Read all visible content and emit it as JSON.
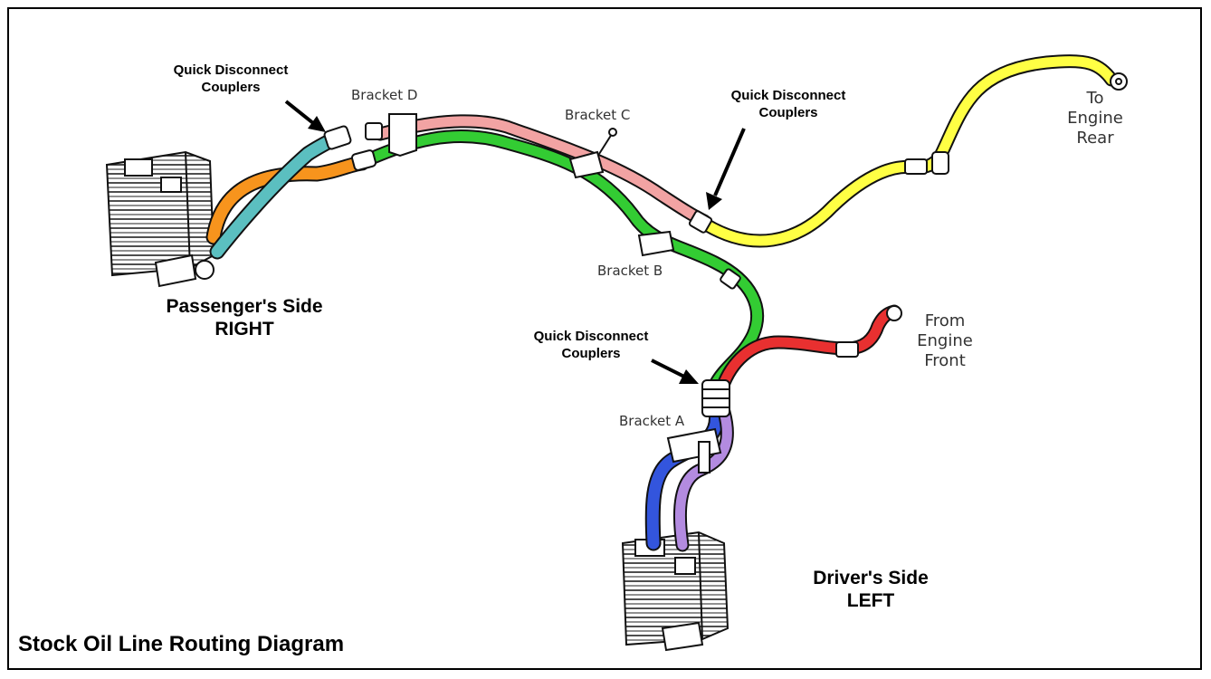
{
  "title": "Stock Oil Line Routing Diagram",
  "labels": {
    "quick_disconnect_1": [
      "Quick Disconnect",
      "Couplers"
    ],
    "quick_disconnect_2": [
      "Quick Disconnect",
      "Couplers"
    ],
    "quick_disconnect_3": [
      "Quick Disconnect",
      "Couplers"
    ],
    "bracket_a": "Bracket A",
    "bracket_b": "Bracket B",
    "bracket_c": "Bracket C",
    "bracket_d": "Bracket D",
    "to_engine_rear": [
      "To",
      "Engine",
      "Rear"
    ],
    "from_engine_front": [
      "From",
      "Engine",
      "Front"
    ],
    "passenger_side": [
      "Passenger's Side",
      "RIGHT"
    ],
    "driver_side": [
      "Driver's Side",
      "LEFT"
    ]
  },
  "line_colors": {
    "orange": "#f7941d",
    "teal": "#5bbfc0",
    "pink": "#f2a3a3",
    "green": "#33cc33",
    "yellow": "#ffff44",
    "red": "#e83030",
    "blue": "#3355dd",
    "purple": "#b38be0"
  }
}
